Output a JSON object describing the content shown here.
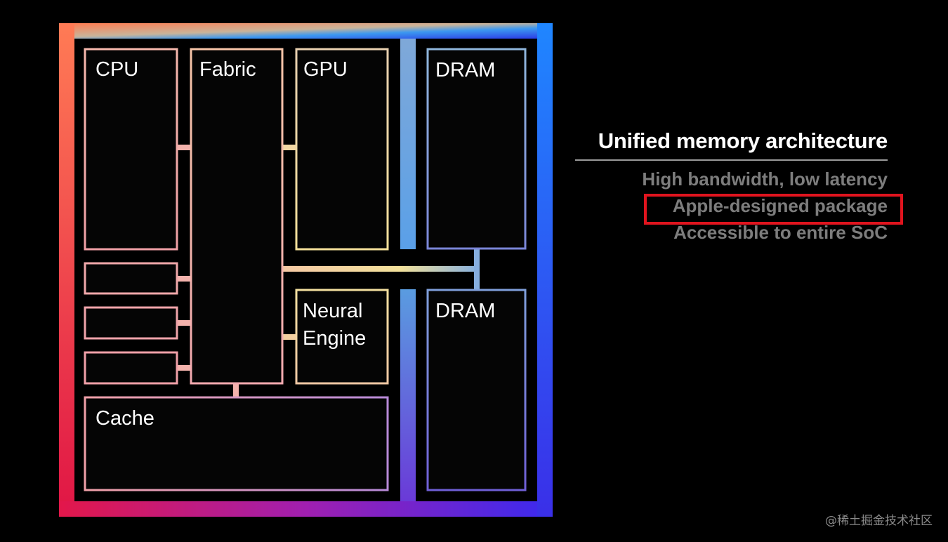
{
  "diagram": {
    "blocks": {
      "cpu": "CPU",
      "fabric": "Fabric",
      "gpu": "GPU",
      "dram_top": "DRAM",
      "neural_line1": "Neural",
      "neural_line2": "Engine",
      "dram_bottom": "DRAM",
      "cache": "Cache"
    },
    "colors": {
      "gradient_warm": "#ff6a4d",
      "gradient_red": "#e8194a",
      "gradient_blue": "#1e86ff",
      "gradient_purple": "#5a1fe0"
    }
  },
  "panel": {
    "title": "Unified memory architecture",
    "bullets": [
      "High bandwidth, low latency",
      "Apple-designed package",
      "Accessible to entire SoC"
    ],
    "highlight_color": "#e0141e"
  },
  "watermark": "@稀土掘金技术社区"
}
